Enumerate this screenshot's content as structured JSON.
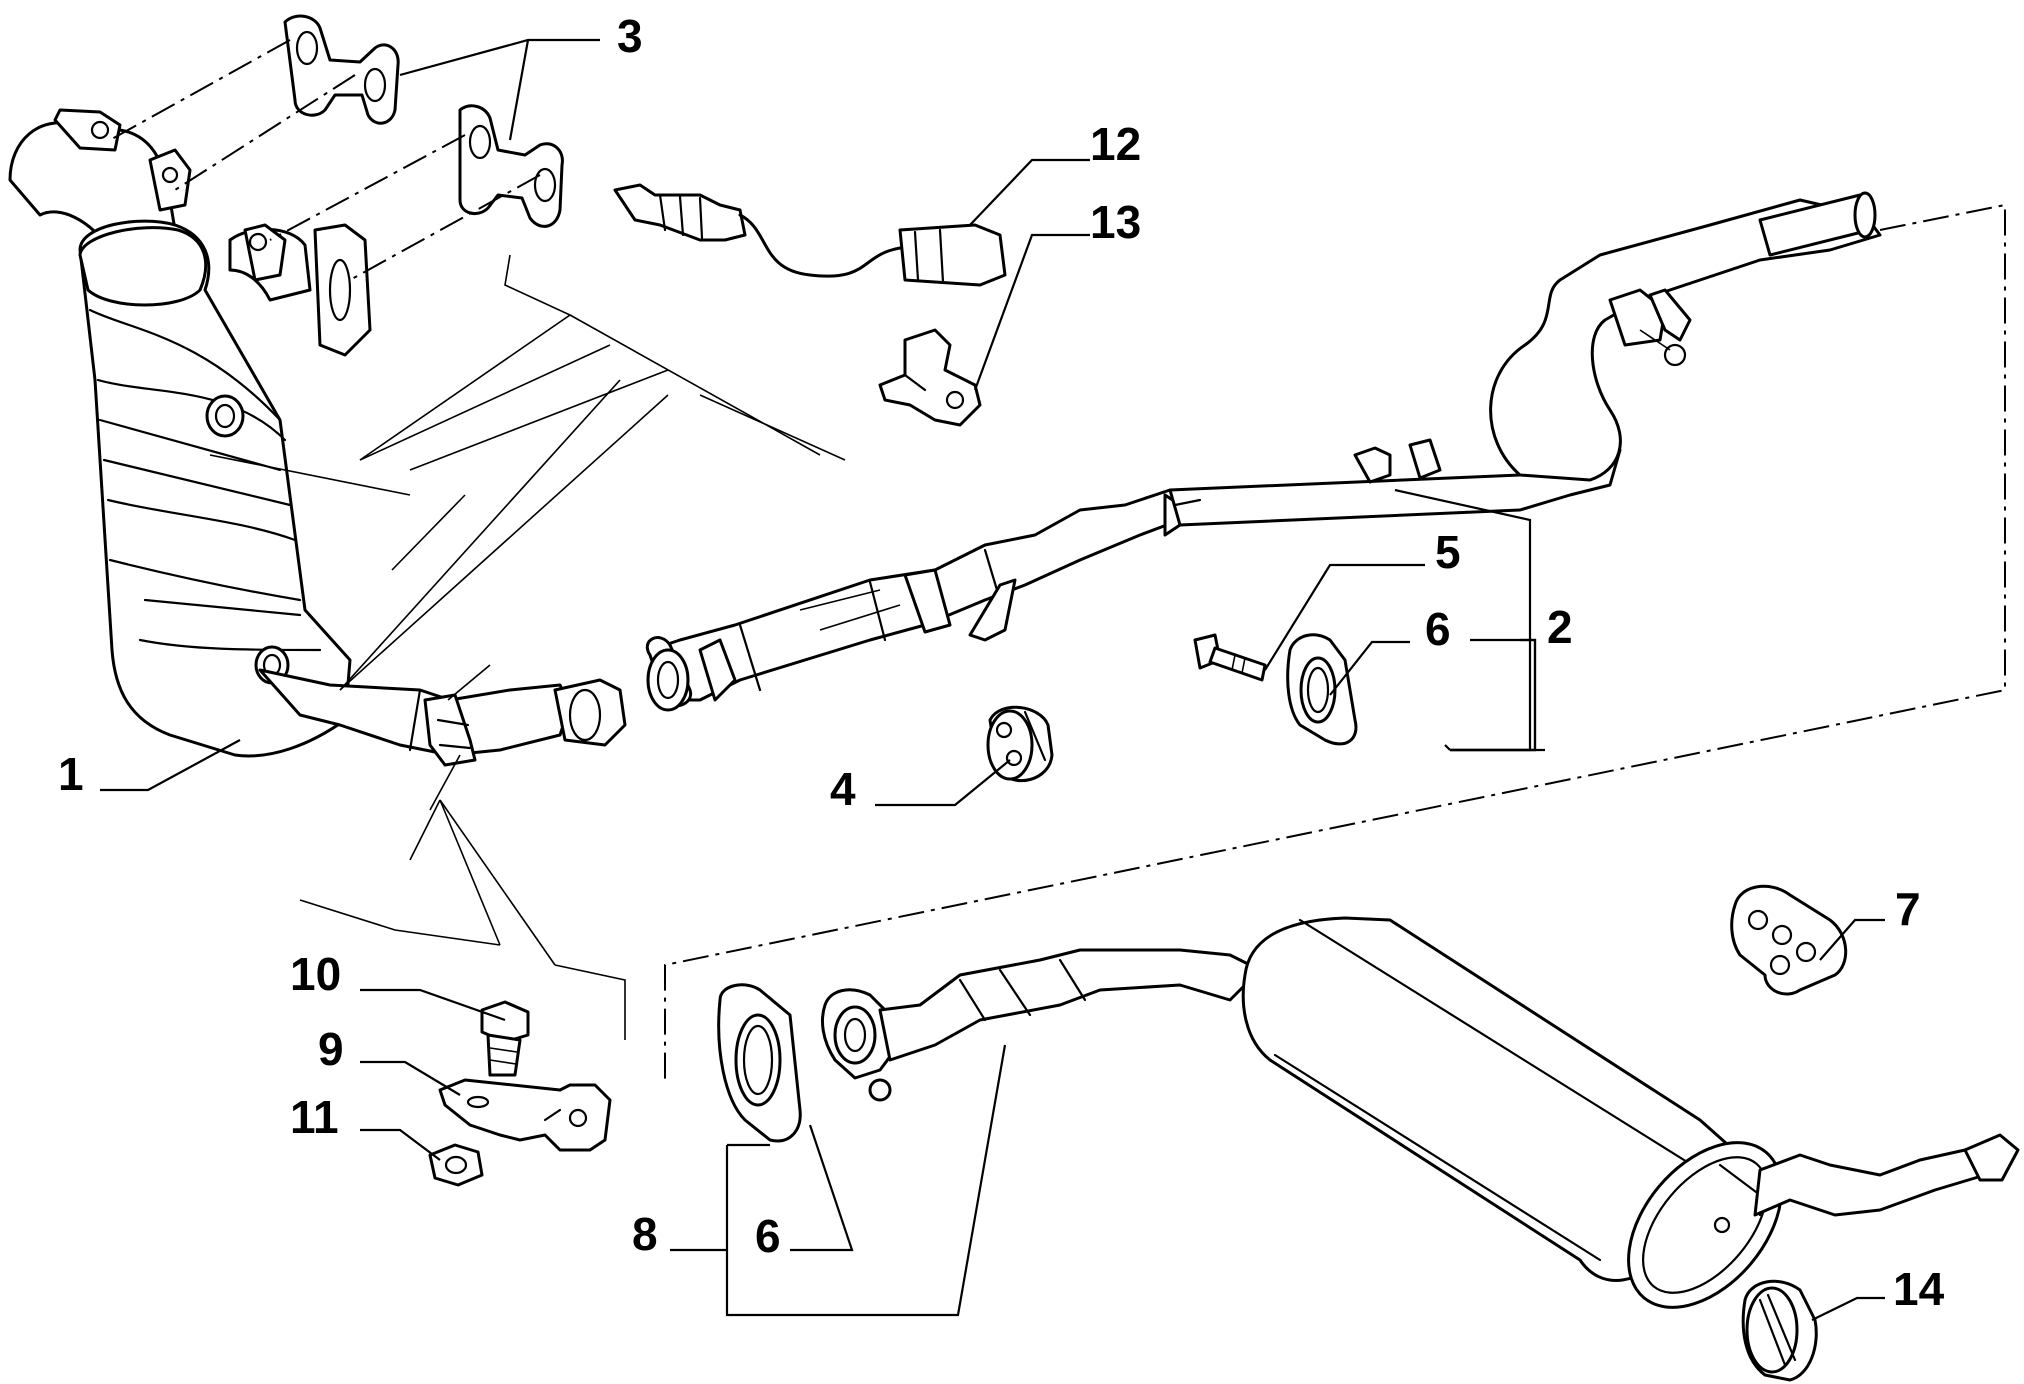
{
  "diagram": {
    "labels": {
      "p1": "1",
      "p2": "2",
      "p3": "3",
      "p4": "4",
      "p5": "5",
      "p6a": "6",
      "p6b": "6",
      "p7": "7",
      "p8": "8",
      "p9": "9",
      "p10": "10",
      "p11": "11",
      "p12": "12",
      "p13": "13",
      "p14": "14"
    },
    "parts": [
      {
        "id": "1",
        "name": "exhaust manifold with catalytic converter"
      },
      {
        "id": "2",
        "name": "intermediate pipe"
      },
      {
        "id": "3",
        "name": "manifold gasket"
      },
      {
        "id": "4",
        "name": "rubber hanger"
      },
      {
        "id": "5",
        "name": "bolt"
      },
      {
        "id": "6",
        "name": "flange gasket"
      },
      {
        "id": "7",
        "name": "rubber hanger"
      },
      {
        "id": "8",
        "name": "rear silencer"
      },
      {
        "id": "9",
        "name": "bracket"
      },
      {
        "id": "10",
        "name": "screw"
      },
      {
        "id": "11",
        "name": "nut"
      },
      {
        "id": "12",
        "name": "lambda sensor"
      },
      {
        "id": "13",
        "name": "sensor bracket"
      },
      {
        "id": "14",
        "name": "rubber mount"
      }
    ]
  }
}
